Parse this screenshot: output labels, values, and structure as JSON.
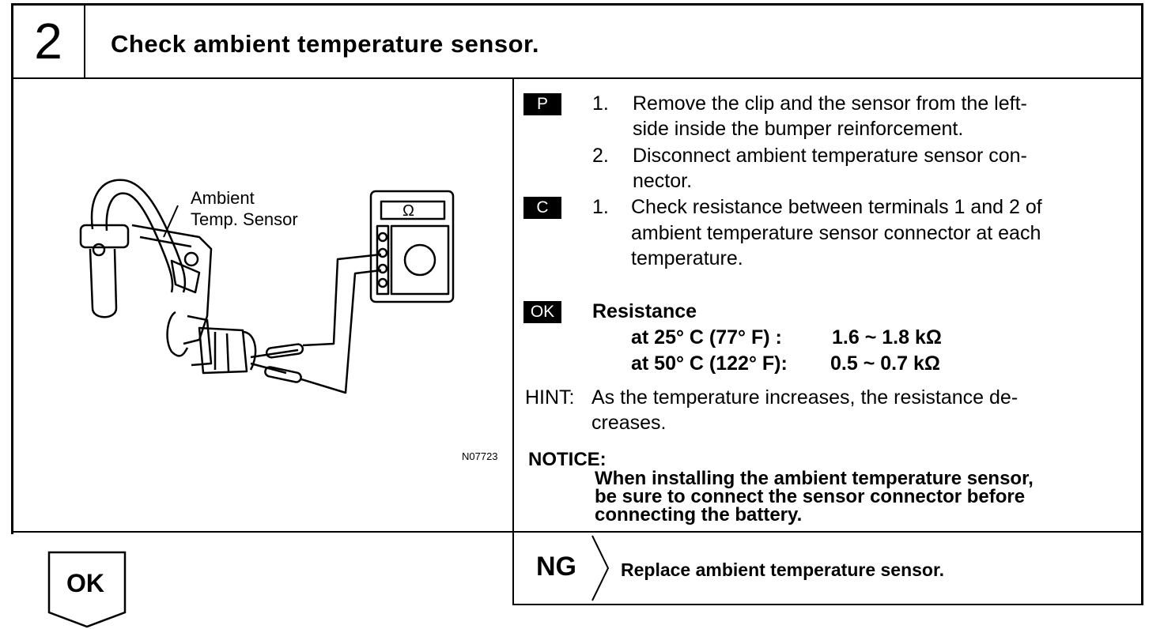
{
  "step": {
    "number": "2",
    "title": "Check ambient temperature sensor."
  },
  "figure": {
    "label_line1": "Ambient",
    "label_line2": "Temp. Sensor",
    "meter_symbol": "Ω",
    "code": "N07723"
  },
  "procedure": {
    "prepare_tag": "P",
    "prepare_steps": [
      {
        "num": "1.",
        "line1": "Remove the clip and the sensor from the left-",
        "line2": "side inside the bumper reinforcement."
      },
      {
        "num": "2.",
        "line1": "Disconnect ambient temperature sensor con-",
        "line2": "nector."
      }
    ],
    "check_tag": "C",
    "check_steps": [
      {
        "num": "1.",
        "line1": "Check resistance between terminals 1 and 2 of",
        "line2": "ambient temperature sensor connector at each",
        "line3": "temperature."
      }
    ],
    "ok_tag": "OK",
    "spec_title": "Resistance",
    "spec_rows": [
      {
        "cond": "at 25° C (77° F)  :",
        "value": "1.6 ~ 1.8 kΩ"
      },
      {
        "cond": "at 50° C (122° F):",
        "value": "0.5 ~ 0.7 kΩ"
      }
    ],
    "hint_label": "HINT:",
    "hint_line1": "As the temperature increases, the resistance de-",
    "hint_line2": "creases.",
    "notice_label": "NOTICE:",
    "notice_lines": [
      "When installing the ambient temperature sensor,",
      "be sure to connect the sensor connector before",
      "connecting the battery."
    ]
  },
  "results": {
    "ng_label": "NG",
    "ng_action": "Replace ambient temperature sensor.",
    "ok_label": "OK"
  }
}
